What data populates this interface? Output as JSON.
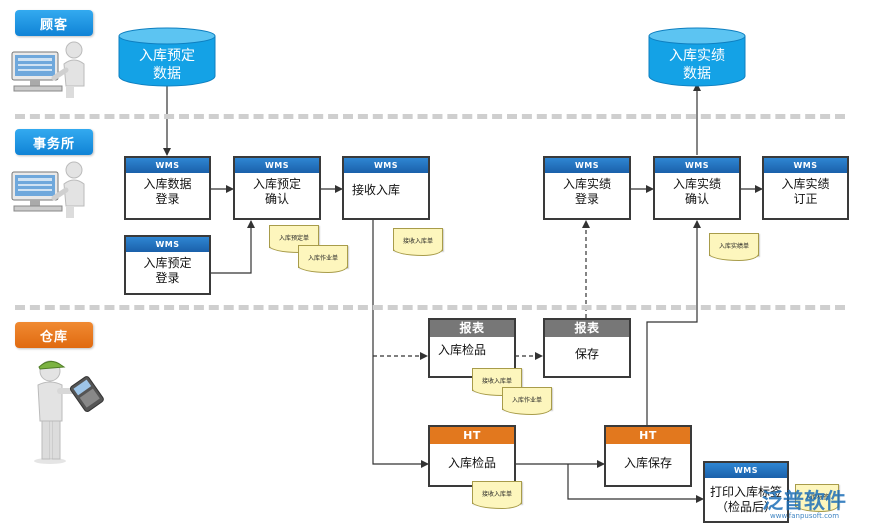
{
  "lanes": {
    "customer": "顾客",
    "office": "事务所",
    "warehouse": "仓库"
  },
  "databases": {
    "planned": "入库预定\n数据",
    "actual": "入库实绩\n数据"
  },
  "boxes": {
    "inbound_data_register": {
      "header": "WMS",
      "body": "入库数据\n登录"
    },
    "inbound_plan_confirm": {
      "header": "WMS",
      "body": "入库预定\n确认"
    },
    "receive_inbound": {
      "header": "WMS",
      "body": "接收入库"
    },
    "inbound_plan_register": {
      "header": "WMS",
      "body": "入库预定\n登录"
    },
    "actual_register": {
      "header": "WMS",
      "body": "入库实绩\n登录"
    },
    "actual_confirm": {
      "header": "WMS",
      "body": "入库实绩\n确认"
    },
    "actual_correct": {
      "header": "WMS",
      "body": "入库实绩\n订正"
    },
    "report_inspect": {
      "header": "报表",
      "body": "入库检品"
    },
    "report_save": {
      "header": "报表",
      "body": "保存"
    },
    "ht_inspect": {
      "header": "HT",
      "body": "入库检品"
    },
    "ht_save": {
      "header": "HT",
      "body": "入库保存"
    },
    "print_label": {
      "header": "WMS",
      "body": "打印入库标签\n（检品后）"
    }
  },
  "docs": {
    "d1": "入库预定单",
    "d2": "入库作业单",
    "d3": "接收入库单",
    "d4": "入库实绩单",
    "d5": "接收入库单",
    "d6": "入库作业单",
    "d7": "接收入库单",
    "d8": "入库标签"
  },
  "watermark": {
    "brand": "泛普软件",
    "url": "www.fanpusoft.com"
  },
  "colors": {
    "lane_blue": "#1083d6",
    "lane_orange": "#e06a10",
    "wms_header": "#1a60aa",
    "report_header": "#777777",
    "ht_header": "#e2781e",
    "database": "#14a2e6",
    "document": "#fdf6bd"
  }
}
